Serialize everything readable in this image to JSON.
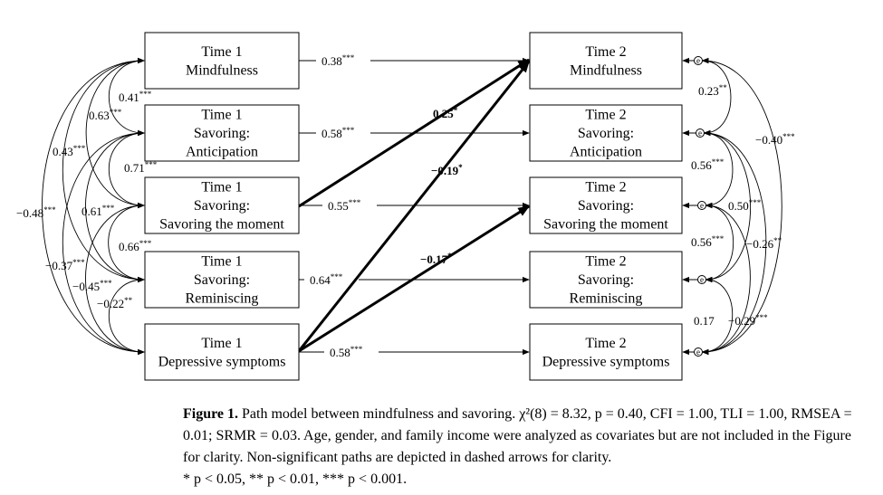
{
  "nodes": {
    "t1_mind": [
      "Time 1",
      "Mindfulness"
    ],
    "t1_ant": [
      "Time 1",
      "Savoring:",
      "Anticipation"
    ],
    "t1_mom": [
      "Time 1",
      "Savoring:",
      "Savoring the moment"
    ],
    "t1_rem": [
      "Time 1",
      "Savoring:",
      "Reminiscing"
    ],
    "t1_dep": [
      "Time 1",
      "Depressive symptoms"
    ],
    "t2_mind": [
      "Time 2",
      "Mindfulness"
    ],
    "t2_ant": [
      "Time 2",
      "Savoring:",
      "Anticipation"
    ],
    "t2_mom": [
      "Time 2",
      "Savoring:",
      "Savoring the moment"
    ],
    "t2_rem": [
      "Time 2",
      "Savoring:",
      "Reminiscing"
    ],
    "t2_dep": [
      "Time 2",
      "Depressive symptoms"
    ]
  },
  "error_symbol": "e",
  "stability_paths": [
    {
      "from": "t1_mind",
      "to": "t2_mind",
      "value": "0.38",
      "sig": "***"
    },
    {
      "from": "t1_ant",
      "to": "t2_ant",
      "value": "0.58",
      "sig": "***"
    },
    {
      "from": "t1_mom",
      "to": "t2_mom",
      "value": "0.55",
      "sig": "***"
    },
    {
      "from": "t1_rem",
      "to": "t2_rem",
      "value": "0.64",
      "sig": "***"
    },
    {
      "from": "t1_dep",
      "to": "t2_dep",
      "value": "0.58",
      "sig": "***"
    }
  ],
  "cross_paths": [
    {
      "from": "t1_mom",
      "to": "t2_mind",
      "value": "0.25",
      "sig": "*"
    },
    {
      "from": "t1_dep",
      "to": "t2_mind",
      "value": "−0.19",
      "sig": "*"
    },
    {
      "from": "t1_dep",
      "to": "t2_mom",
      "value": "−0.17",
      "sig": "*"
    }
  ],
  "t1_correlations": [
    {
      "a": "t1_mind",
      "b": "t1_ant",
      "value": "0.41",
      "sig": "***"
    },
    {
      "a": "t1_mind",
      "b": "t1_mom",
      "value": "0.63",
      "sig": "***"
    },
    {
      "a": "t1_mind",
      "b": "t1_rem",
      "value": "0.43",
      "sig": "***"
    },
    {
      "a": "t1_mind",
      "b": "t1_dep",
      "value": "−0.48",
      "sig": "***"
    },
    {
      "a": "t1_ant",
      "b": "t1_mom",
      "value": "0.71",
      "sig": "***"
    },
    {
      "a": "t1_ant",
      "b": "t1_rem",
      "value": "0.61",
      "sig": "***"
    },
    {
      "a": "t1_ant",
      "b": "t1_dep",
      "value": "−0.37",
      "sig": "***"
    },
    {
      "a": "t1_mom",
      "b": "t1_rem",
      "value": "0.66",
      "sig": "***"
    },
    {
      "a": "t1_mom",
      "b": "t1_dep",
      "value": "−0.45",
      "sig": "***"
    },
    {
      "a": "t1_rem",
      "b": "t1_dep",
      "value": "−0.22",
      "sig": "**"
    }
  ],
  "t2_correlations": [
    {
      "a": "t2_mind",
      "b": "t2_ant",
      "value": "0.23",
      "sig": "**"
    },
    {
      "a": "t2_mind",
      "b": "t2_dep",
      "value": "−0.40",
      "sig": "***"
    },
    {
      "a": "t2_ant",
      "b": "t2_mom",
      "value": "0.56",
      "sig": "***"
    },
    {
      "a": "t2_ant",
      "b": "t2_rem",
      "value": "0.50",
      "sig": "***"
    },
    {
      "a": "t2_mom",
      "b": "t2_rem",
      "value": "0.56",
      "sig": "***"
    },
    {
      "a": "t2_mom",
      "b": "t2_dep",
      "value": "−0.26",
      "sig": "**"
    },
    {
      "a": "t2_rem",
      "b": "t2_dep",
      "value": "−0.29",
      "sig": "***"
    },
    {
      "a": "t2_ant",
      "b": "t2_dep",
      "value": "0.17",
      "sig": ""
    }
  ],
  "caption": {
    "label": "Figure 1.",
    "text": " Path model between mindfulness and savoring. χ²(8) = 8.32, p = 0.40, CFI = 1.00, TLI = 1.00, RMSEA = 0.01; SRMR = 0.03. Age, gender, and family income were analyzed as covariates but are not included in the Figure for clarity. Non-significant paths are depicted in dashed arrows for clarity.",
    "note": "* p < 0.05, ** p < 0.01, *** p < 0.001."
  }
}
